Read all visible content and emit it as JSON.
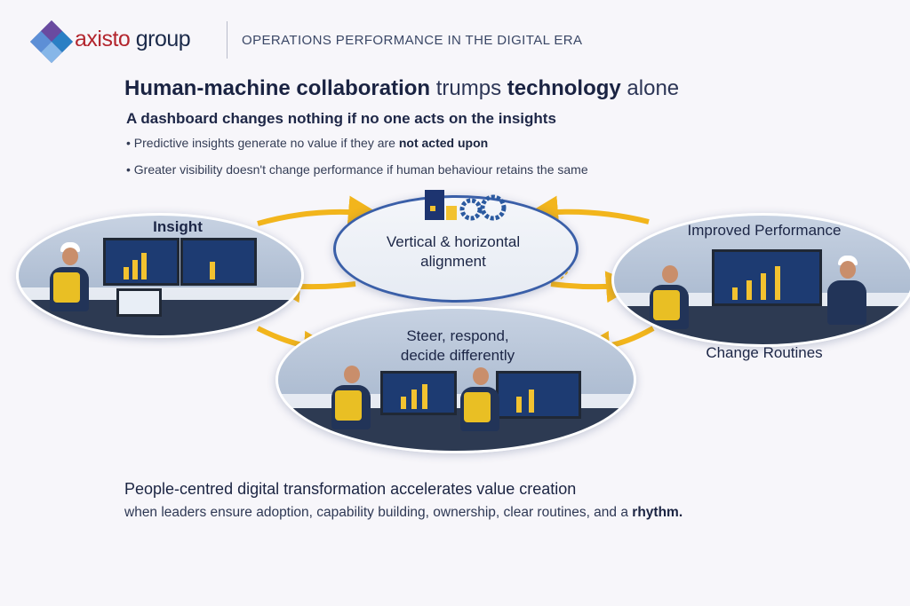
{
  "header": {
    "logo_name": "axisto",
    "logo_suffix": "group",
    "tagline": "OPERATIONS PERFORMANCE IN THE DIGITAL ERA"
  },
  "title": {
    "part1": "Human-machine collaboration",
    "part2": " trumps ",
    "part3": "technology",
    "part4": " alone"
  },
  "subtitle": "A dashboard changes nothing if no one acts on the insights",
  "bullets": [
    {
      "text": "• Predictive insights generate no value if they are ",
      "bold": "not acted upon"
    },
    {
      "text": "• Greater visibility doesn't change performance if human behaviour retains the same",
      "bold": ""
    }
  ],
  "cycle": {
    "insight": "Insight",
    "alignment_line1": "Vertical & horizontal",
    "alignment_line2": "alignment",
    "improved": "Improved Performance",
    "routines": "Change Routines",
    "steer_line1": "Steer, respond,",
    "steer_line2": "decide differently"
  },
  "footer": {
    "headline": "People-centred digital transformation accelerates value creation",
    "line_text": "when leaders ensure adoption, capability building, ownership, clear routines, and a ",
    "line_bold": "rhythm."
  },
  "colors": {
    "arrow": "#f2b51c",
    "navy": "#1b2540",
    "brand_red": "#b3262e"
  }
}
